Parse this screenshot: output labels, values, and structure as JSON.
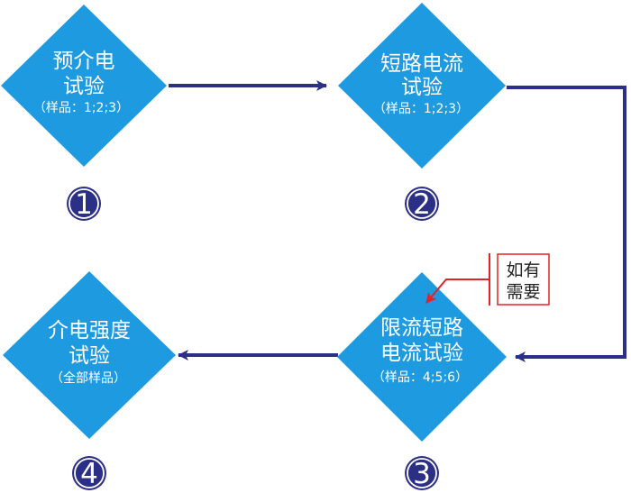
{
  "colors": {
    "diamond_fill": "#1E9BE0",
    "arrow": "#2B2F86",
    "badge": "#2B2F86",
    "note_border": "#E2232A",
    "note_arrow": "#E2232A"
  },
  "steps": [
    {
      "line1": "预介电",
      "line2": "试验",
      "sub": "（样品：1;2;3）",
      "number": "1"
    },
    {
      "line1": "短路电流",
      "line2": "试验",
      "sub": "（样品：1;2;3）",
      "number": "2"
    },
    {
      "line1": "限流短路",
      "line2": "电流试验",
      "sub": "（样品：4;5;6）",
      "number": "3"
    },
    {
      "line1": "介电强度",
      "line2": "试验",
      "sub": "（全部样品）",
      "number": "4"
    }
  ],
  "note": {
    "line1": "如有",
    "line2": "需要"
  },
  "flow": [
    "step1 → step2",
    "step2 → step3",
    "step3 → step4"
  ]
}
